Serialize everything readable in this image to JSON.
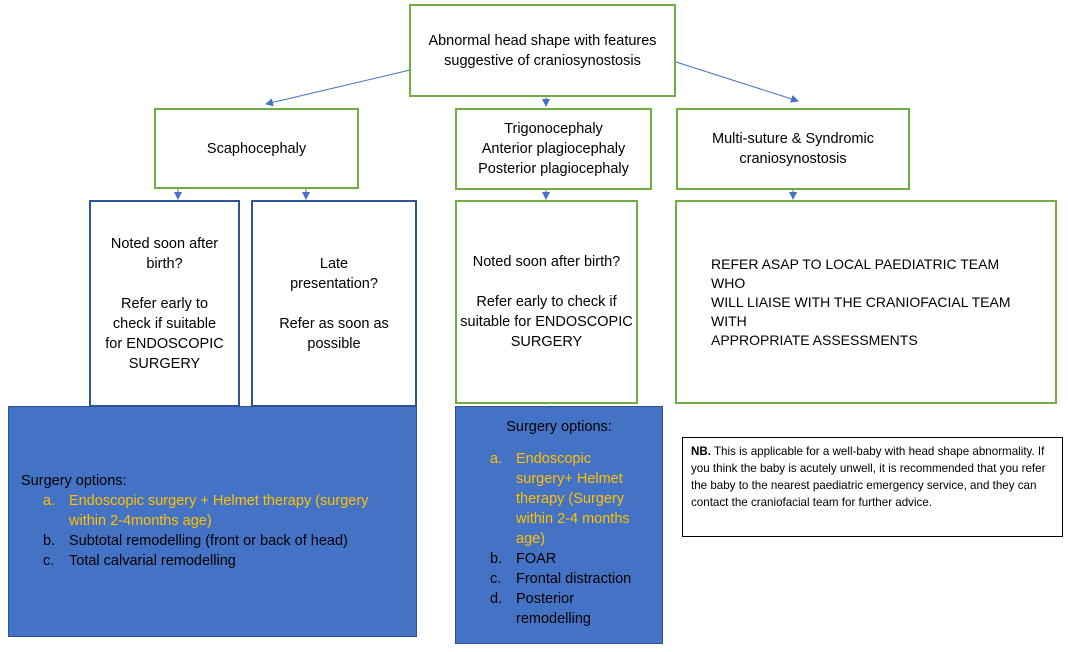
{
  "nodes": {
    "root": "Abnormal head shape with features\nsuggestive of craniosynostosis",
    "scaphocephaly": "Scaphocephaly",
    "trigono": "Trigonocephaly\nAnterior plagiocephaly\nPosterior plagiocephaly",
    "multisuture": "Multi-suture & Syndromic\ncraniosynostosis",
    "scaph_early": "Noted soon after\nbirth?\n\nRefer early to\ncheck if suitable\nfor ENDOSCOPIC\nSURGERY",
    "scaph_late": "Late\npresentation?\n\nRefer as soon as\npossible",
    "trig_early": "Noted soon after birth?\n\nRefer early to check if\nsuitable for ENDOSCOPIC\nSURGERY",
    "multi_refer": "REFER ASAP TO LOCAL PAEDIATRIC TEAM WHO\nWILL LIAISE WITH THE CRANIOFACIAL TEAM WITH\nAPPROPRIATE ASSESSMENTS"
  },
  "surgery_left": {
    "heading": "Surgery options:",
    "items": [
      {
        "marker": "a.",
        "text": "Endoscopic surgery + Helmet therapy (surgery within 2-4months age)"
      },
      {
        "marker": "b.",
        "text": "Subtotal remodelling (front or back of head)"
      },
      {
        "marker": "c.",
        "text": "Total calvarial remodelling"
      }
    ]
  },
  "surgery_mid": {
    "heading": "Surgery options:",
    "items": [
      {
        "marker": "a.",
        "text": "Endoscopic surgery+ Helmet therapy (Surgery within 2-4 months age)"
      },
      {
        "marker": "b.",
        "text": "FOAR"
      },
      {
        "marker": "c.",
        "text": "Frontal distraction"
      },
      {
        "marker": "d.",
        "text": "Posterior remodelling"
      }
    ]
  },
  "note": {
    "bold": "NB.",
    "text": " This is applicable for a well-baby with head shape abnormality. If you think the baby is acutely unwell, it is recommended that you refer the baby to the nearest paediatric emergency service, and they can contact the craniofacial team for further advice."
  },
  "colors": {
    "green_border": "#70ad47",
    "navy_border": "#2f5597",
    "blue_fill": "#4472c4",
    "highlight": "#ffc000",
    "arrow": "#4472c4"
  }
}
